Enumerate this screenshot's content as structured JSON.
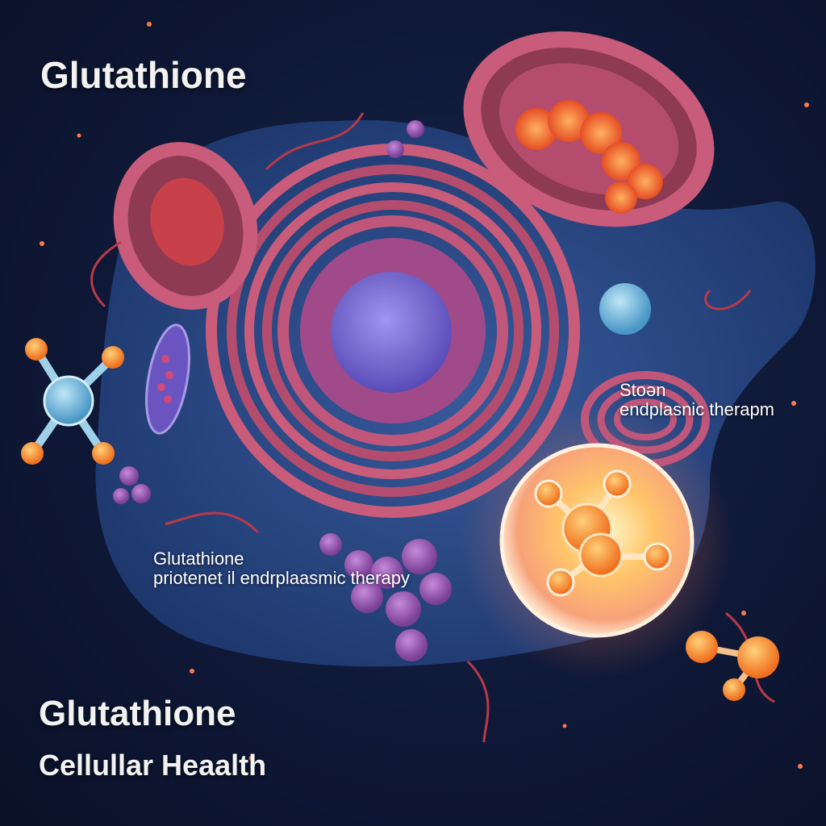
{
  "headings": {
    "top_title": "Glutathione",
    "bottom_title": "Glutathione",
    "bottom_subtitle": "Cellullar Heaalth"
  },
  "labels": {
    "right_label_line1": "Stoən",
    "right_label_line2": "endplasnic therapm",
    "center_label_line1": "Glutathione",
    "center_label_line2": "priotenet il endrplaasmic therapy"
  },
  "colors": {
    "background": "#0a1128",
    "cell_body": "#2c4f8c",
    "membrane_pink": "#c85c7a",
    "nucleus": "#7b6fd6",
    "glow_orange": "#ffb347",
    "molecule_blue": "#6fb3d9",
    "molecule_orange": "#f58a2a",
    "vesicle_purple": "#8c4fa8"
  }
}
